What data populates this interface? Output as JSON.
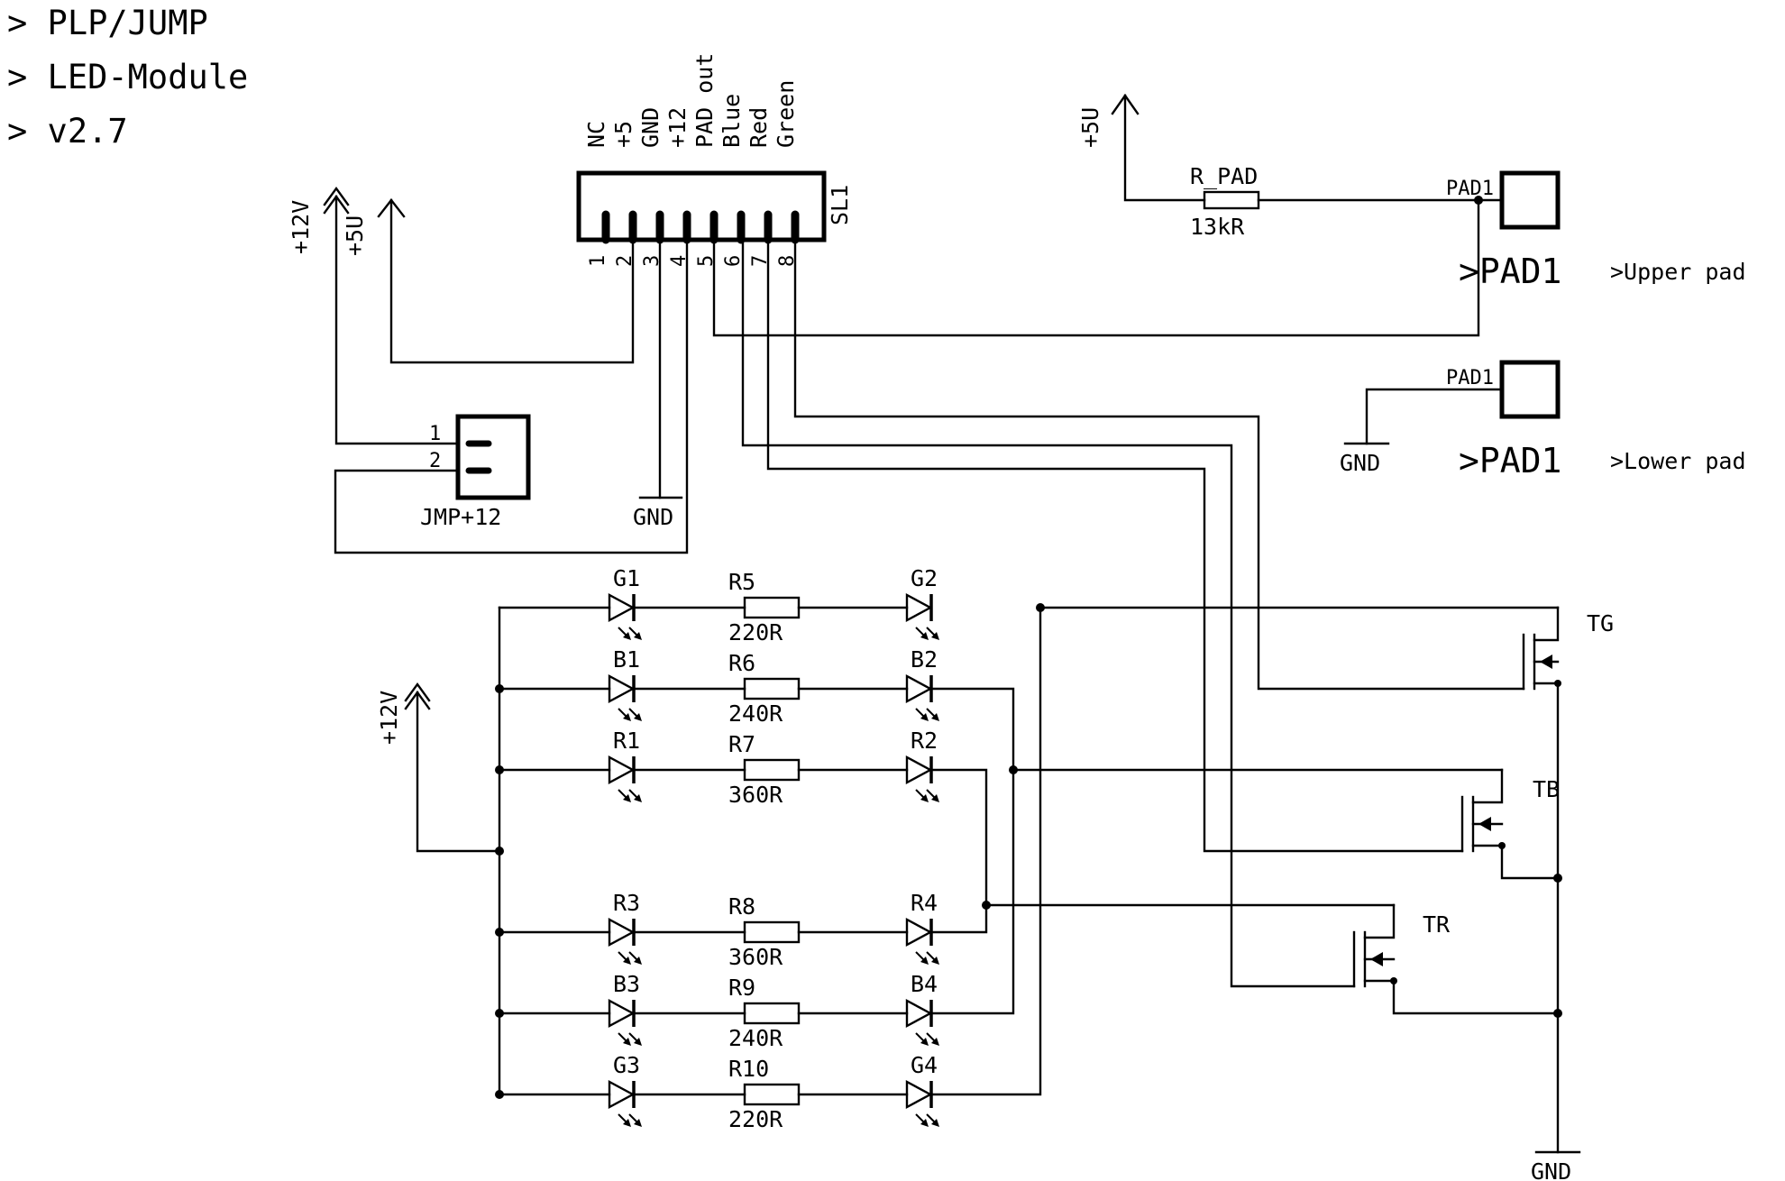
{
  "header": [
    "> PLP/JUMP",
    "> LED-Module",
    "> v2.7"
  ],
  "connector": {
    "name": "SL1",
    "signals": [
      "NC",
      "+5",
      "GND",
      "+12",
      "PAD out",
      "Blue",
      "Red",
      "Green"
    ],
    "pins": [
      "1",
      "2",
      "3",
      "4",
      "5",
      "6",
      "7",
      "8"
    ]
  },
  "supplies": {
    "p12": "+12V",
    "p5": "+5U",
    "p5b": "+5U",
    "gnd": "GND"
  },
  "jumper": {
    "name": "JMP+12",
    "pins": [
      "1",
      "2"
    ]
  },
  "pad_resistor": {
    "name": "R_PAD",
    "value": "13kR"
  },
  "pads": [
    {
      "tag": "PAD1",
      "label": ">PAD1",
      "desc": ">Upper pad"
    },
    {
      "tag": "PAD1",
      "label": ">PAD1",
      "desc": ">Lower pad"
    }
  ],
  "leds": {
    "left": [
      "G1",
      "B1",
      "R1",
      "R3",
      "B3",
      "G3"
    ],
    "right": [
      "G2",
      "B2",
      "R2",
      "R4",
      "B4",
      "G4"
    ]
  },
  "resistors": [
    {
      "name": "R5",
      "value": "220R"
    },
    {
      "name": "R6",
      "value": "240R"
    },
    {
      "name": "R7",
      "value": "360R"
    },
    {
      "name": "R8",
      "value": "360R"
    },
    {
      "name": "R9",
      "value": "240R"
    },
    {
      "name": "R10",
      "value": "220R"
    }
  ],
  "transistors": [
    "TG",
    "TB",
    "TR"
  ]
}
